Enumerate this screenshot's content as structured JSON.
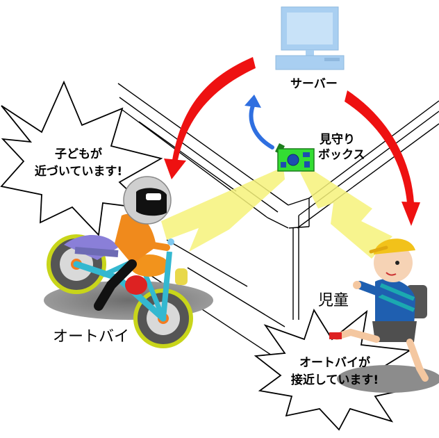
{
  "labels": {
    "server": "サーバー",
    "watch_box_line1": "見守り",
    "watch_box_line2": "ボックス",
    "child": "児童",
    "motorcycle": "オートバイ"
  },
  "bubbles": {
    "rider_line1": "子どもが",
    "rider_line2": "近づいています!",
    "child_line1": "オートバイが",
    "child_line2": "接近しています!"
  },
  "colors": {
    "arrow_red": "#ee1111",
    "arrow_blue": "#2f6fe0",
    "monitor": "#a9cff1",
    "beam": "#f6f27a",
    "box_green": "#33dd33",
    "helmet_child": "#f2c21a"
  }
}
